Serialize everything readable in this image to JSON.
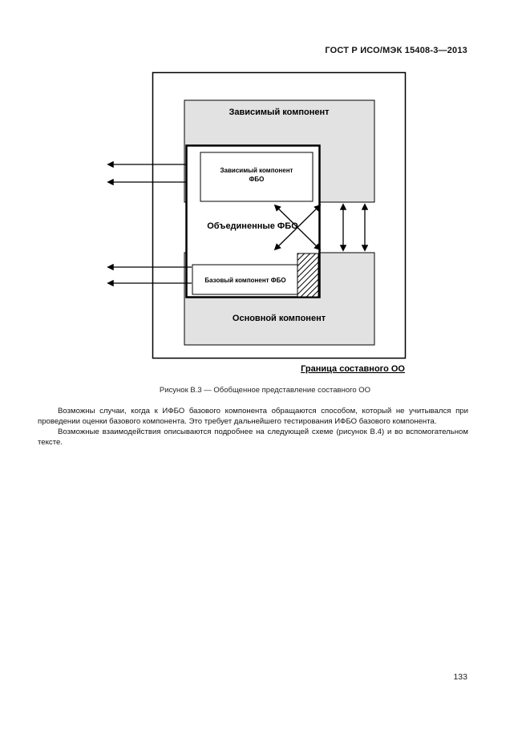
{
  "page": {
    "header": "ГОСТ Р ИСО/МЭК 15408-3—2013",
    "page_number": "133"
  },
  "figure": {
    "caption": "Рисунок В.3 — Обобщенное представление составного ОО",
    "boundary_label": "Граница составного ОО",
    "dependent_component": "Зависимый компонент",
    "dependent_tsf_line1": "Зависимый компонент",
    "dependent_tsf_line2": "ФБО",
    "combined_tsf": "Объединенные ФБО",
    "base_tsf": "Базовый компонент ФБО",
    "main_component": "Основной компонент"
  },
  "body": {
    "paragraph1": "Возможны случаи, когда к ИФБО базового компонента обращаются способом, который не учитывался при проведении оценки базового компонента. Это требует дальнейшего тестирования ИФБО базового компонента.",
    "paragraph2": "Возможные взаимодействия описываются подробнее на следующей схеме (рисунок В.4) и во вспомогательном тексте."
  },
  "colors": {
    "component_fill": "#e2e2e2",
    "line": "#000000"
  }
}
